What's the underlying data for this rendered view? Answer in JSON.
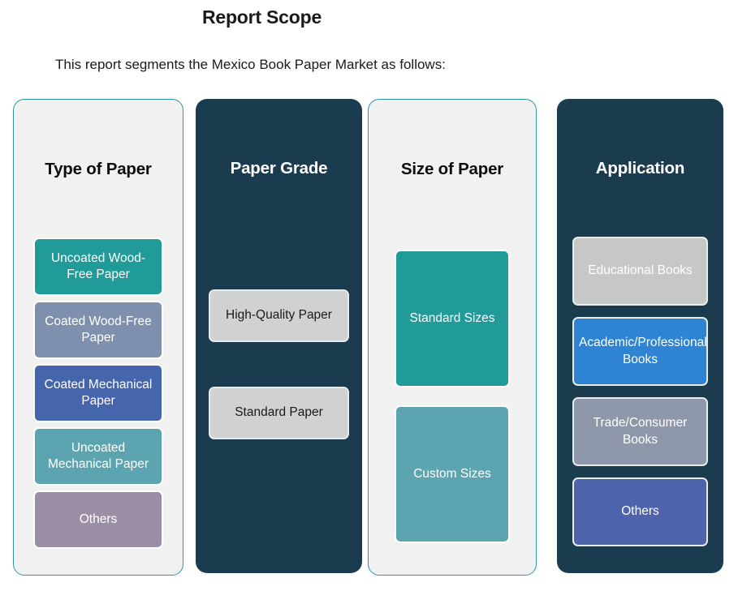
{
  "page": {
    "title": "Report Scope",
    "subtitle": "This report segments the Mexico Book Paper Market as follows:",
    "background": "#ffffff"
  },
  "theme": {
    "accent_teal": "#219a9a",
    "dark_navy": "#1b3c4e",
    "light_card": "#f1f1f1",
    "card_border_teal": "#2e9aa0",
    "text_dark": "#1a1a1a",
    "text_light": "#ffffff"
  },
  "columns": [
    {
      "id": "type-of-paper",
      "header": "Type of Paper",
      "style": "light",
      "items": [
        {
          "label": "Uncoated Wood-Free Paper",
          "color": "#219a9a",
          "text_color": "#ffffff",
          "height": 72
        },
        {
          "label": "Coated Wood-Free Paper",
          "color": "#7e90ad",
          "text_color": "#ffffff",
          "height": 72
        },
        {
          "label": "Coated Mechanical Paper",
          "color": "#4565ad",
          "text_color": "#ffffff",
          "height": 72
        },
        {
          "label": "Uncoated Mechanical Paper",
          "color": "#5ca4b0",
          "text_color": "#ffffff",
          "height": 72
        },
        {
          "label": "Others",
          "color": "#9b8fa5",
          "text_color": "#ffffff",
          "height": 72
        }
      ]
    },
    {
      "id": "paper-grade",
      "header": "Paper Grade",
      "style": "dark",
      "items": [
        {
          "label": "High-Quality Paper",
          "color": "#cfd2d1",
          "text_color": "#1a1a1a",
          "height": 65
        },
        {
          "label": "Standard Paper",
          "color": "#cfd2d1",
          "text_color": "#1a1a1a",
          "height": 65
        }
      ]
    },
    {
      "id": "size-of-paper",
      "header": "Size of Paper",
      "style": "light",
      "items": [
        {
          "label": "Standard Sizes",
          "color": "#219a9a",
          "text_color": "#ffffff",
          "height": 170
        },
        {
          "label": "Custom Sizes",
          "color": "#5ca4b0",
          "text_color": "#ffffff",
          "height": 170
        }
      ]
    },
    {
      "id": "application",
      "header": "Application",
      "style": "dark",
      "items": [
        {
          "label": "Educational Books",
          "color": "#c6c8c8",
          "text_color": "#ffffff",
          "height": 85
        },
        {
          "label": "Academic/Professional Books",
          "color": "#2f83d3",
          "text_color": "#ffffff",
          "height": 85
        },
        {
          "label": "Trade/Consumer Books",
          "color": "#8f98ab",
          "text_color": "#ffffff",
          "height": 85
        },
        {
          "label": "Others",
          "color": "#4f63ad",
          "text_color": "#ffffff",
          "height": 85
        }
      ]
    }
  ]
}
